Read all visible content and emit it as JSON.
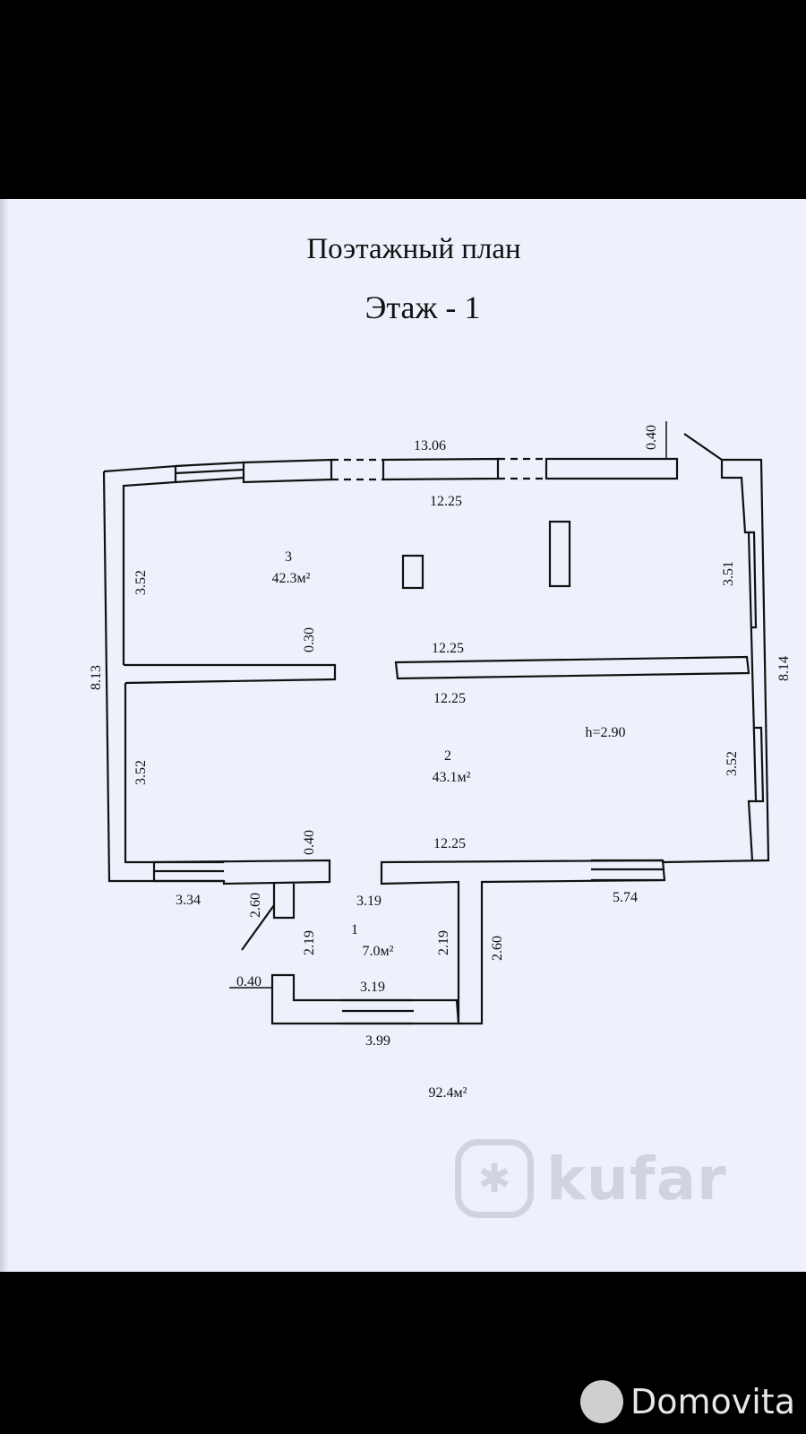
{
  "plan": {
    "title": "Поэтажный план",
    "floor": "Этаж  - 1",
    "total_area": "92.4м²",
    "ceiling_height": "h=2.90",
    "rooms": [
      {
        "number": "3",
        "area": "42.3м²"
      },
      {
        "number": "2",
        "area": "43.1м²"
      },
      {
        "number": "1",
        "area": "7.0м²"
      }
    ],
    "dimensions": [
      "13.06",
      "0.40",
      "12.25",
      "3.52",
      "3.51",
      "0.30",
      "12.25",
      "8.13",
      "8.14",
      "12.25",
      "3.52",
      "3.52",
      "0.40",
      "12.25",
      "3.34",
      "2.60",
      "3.19",
      "5.74",
      "2.19",
      "2.19",
      "2.60",
      "0.40",
      "3.19",
      "3.99"
    ]
  },
  "watermarks": {
    "kufar_label": "kufar",
    "kufar_icon": "kufar-logo-icon",
    "domovita_label": "Domovita",
    "domovita_icon": "domovita-logo-icon"
  },
  "colors": {
    "background": "#000000",
    "paper": "#eef1fb",
    "ink": "#111111"
  }
}
